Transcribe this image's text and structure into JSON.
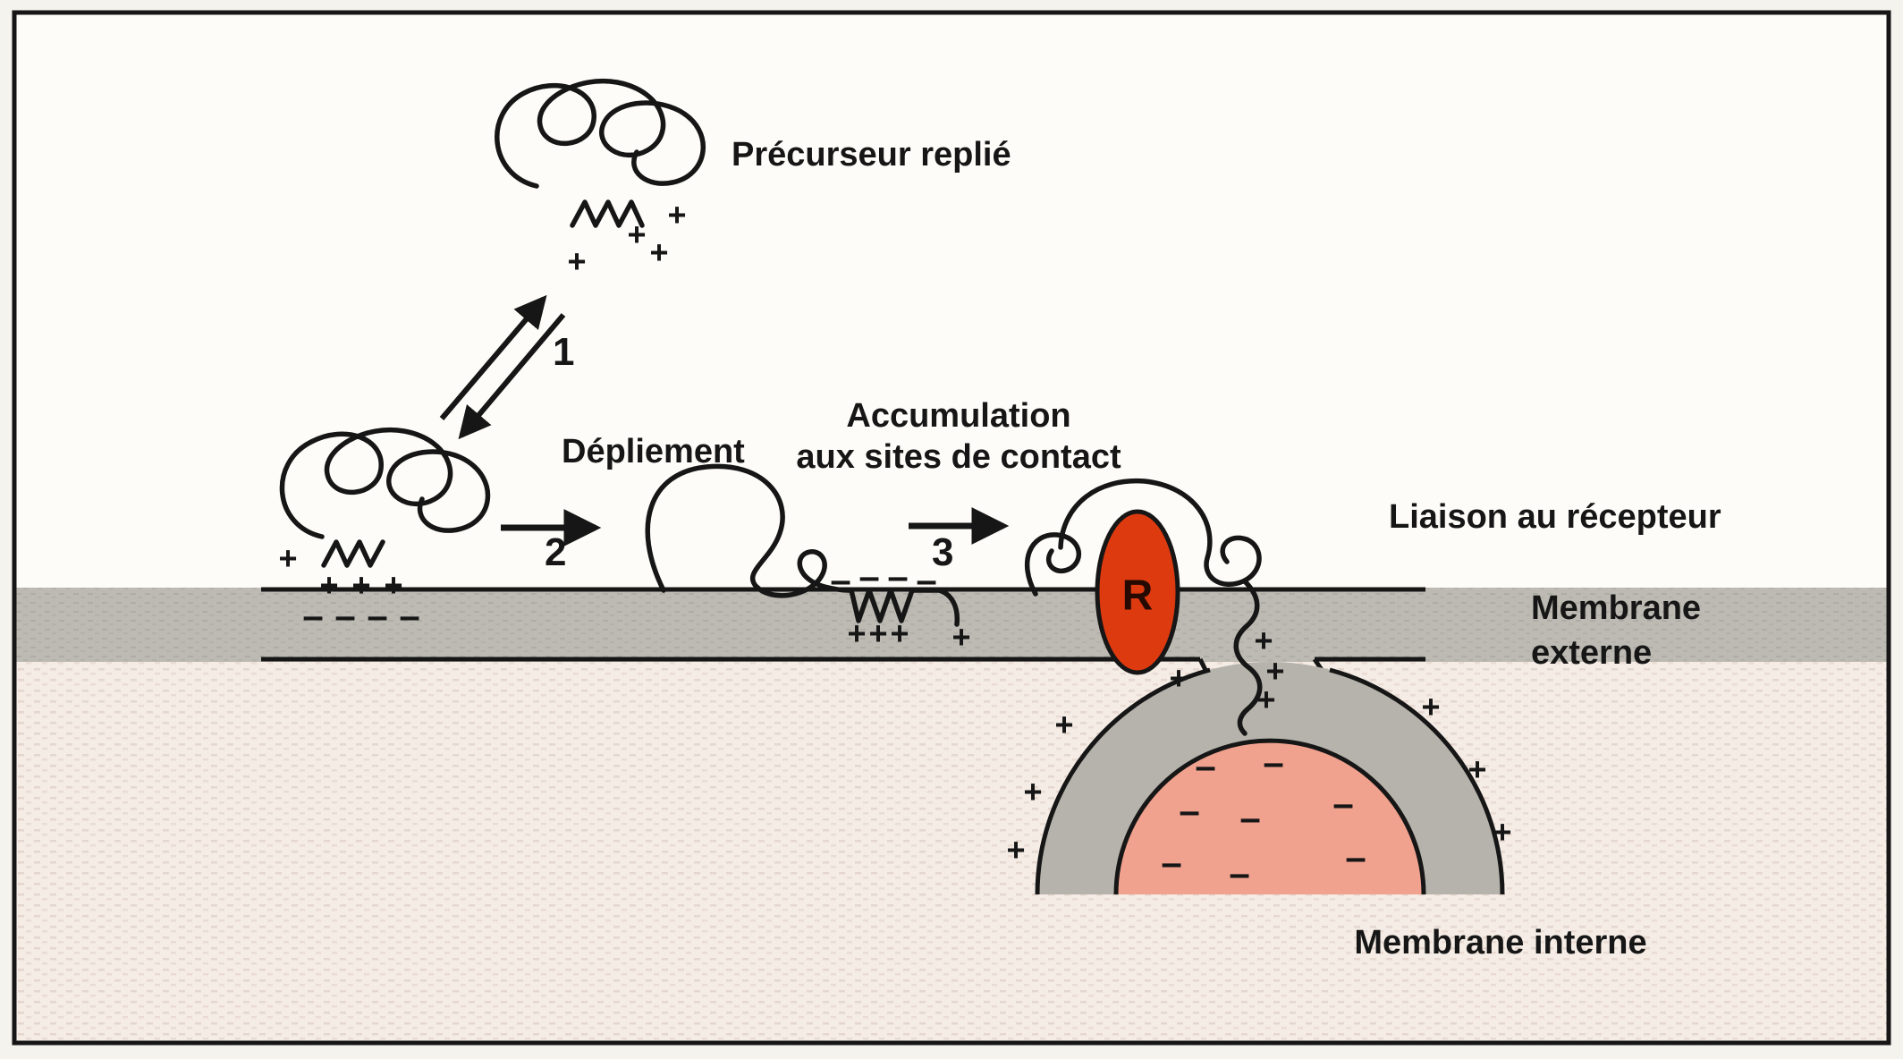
{
  "figure": {
    "labels": {
      "precursor": "Précurseur replié",
      "unfolding": "Dépliement",
      "accumulation_line1": "Accumulation",
      "accumulation_line2": "aux sites de contact",
      "receptor_binding": "Liaison au récepteur",
      "outer_membrane_line1": "Membrane",
      "outer_membrane_line2": "externe",
      "inner_membrane": "Membrane interne",
      "receptor_letter": "R"
    },
    "steps": {
      "one": "1",
      "two": "2",
      "three": "3"
    },
    "glyphs": {
      "plus": "+",
      "minus": "–"
    },
    "colors": {
      "ink": "#161616",
      "paper": "#fdfcf8",
      "margin": "#f5f3ed",
      "membrane_gray": "#bcbab2",
      "inner_gray": "#b5b3ab",
      "matrix_salmon": "#f1a28f",
      "lower_bg": "#f4ece5",
      "receptor_red": "#dd3a10"
    }
  }
}
